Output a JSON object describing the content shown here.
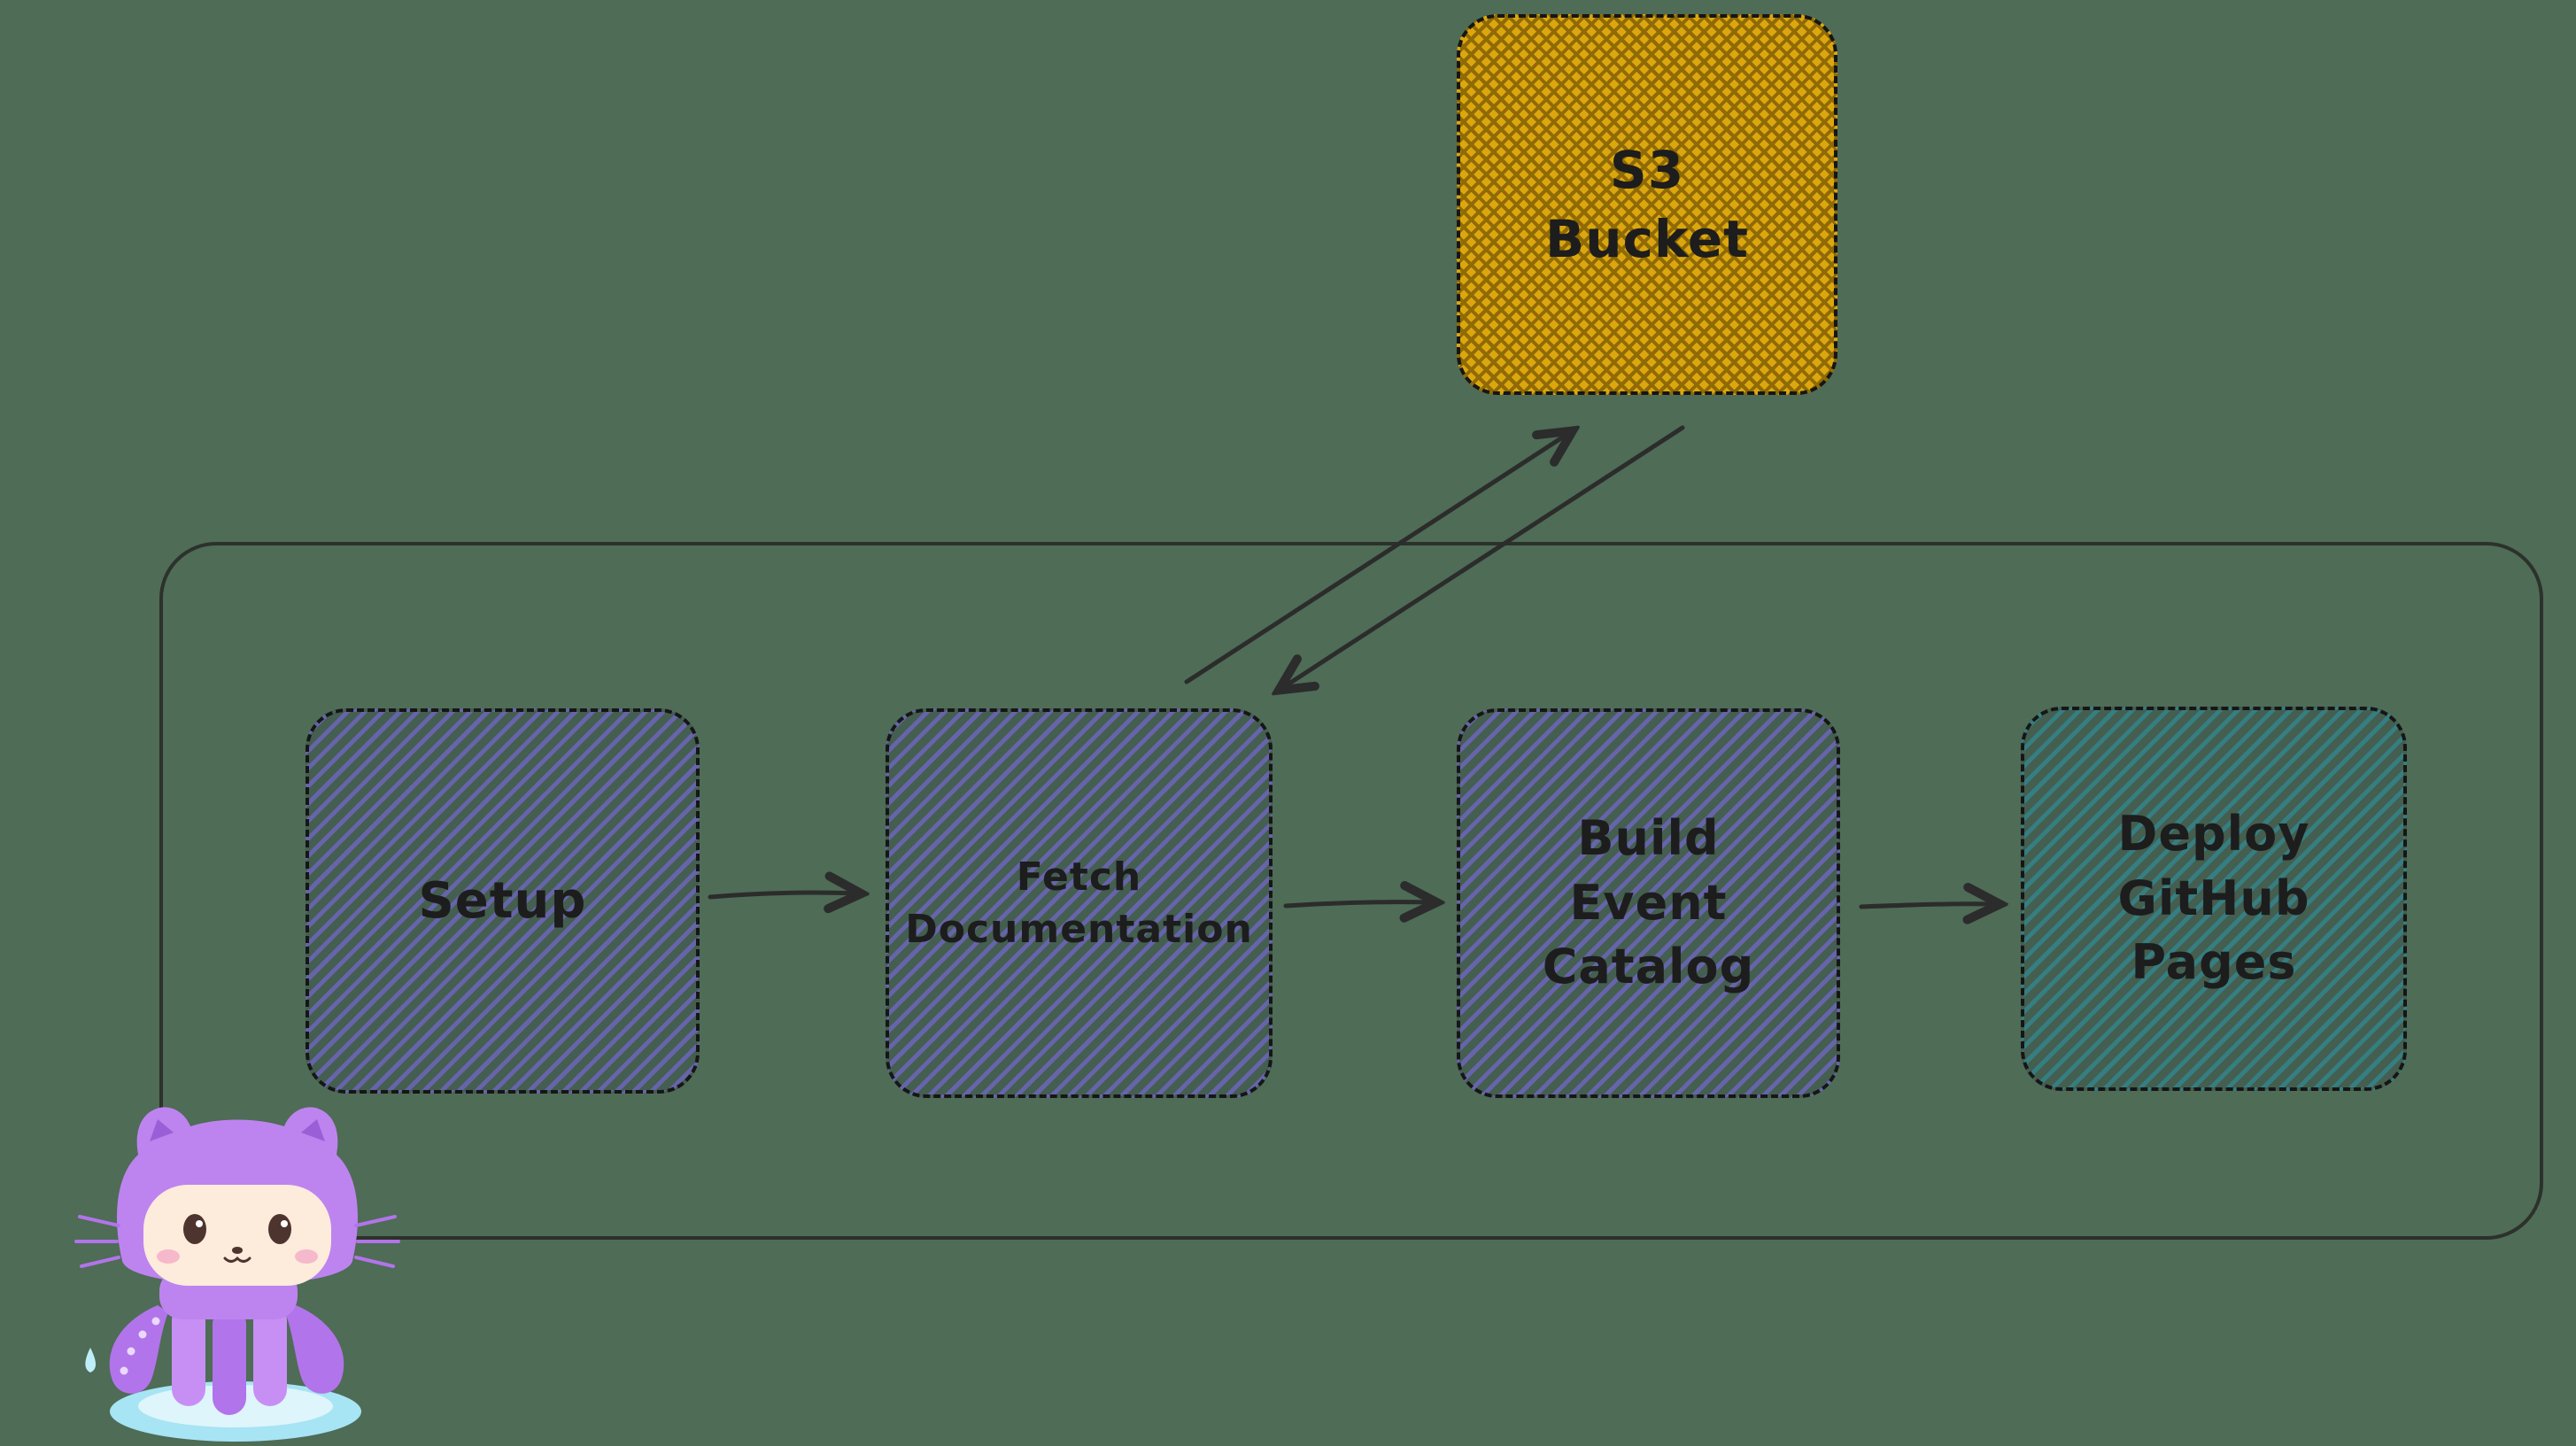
{
  "canvas": {
    "background_color": "#4e6c56"
  },
  "colors": {
    "background": "#4e6c56",
    "frame_stroke": "#2d312b",
    "node_border": "#161616",
    "label_text": "#1d1d1d",
    "arrow_stroke": "#2c2c2c",
    "s3_fill": "#dca70e",
    "s3_hatch": "#8f6a05",
    "purple_hatch": "#7668d8aa",
    "teal_hatch": "#2f8b94b8",
    "hatch_backdrop": "#232c3a38",
    "octocat_purple": "#bd84ef",
    "octocat_base_blue": "#a7e4f4"
  },
  "nodes": {
    "s3_bucket": {
      "label": "S3\nBucket"
    },
    "setup": {
      "label": "Setup"
    },
    "fetch_documentation": {
      "label": "Fetch\nDocumentation"
    },
    "build_event_catalog": {
      "label": "Build\nEvent\nCatalog"
    },
    "deploy_github_pages": {
      "label": "Deploy\nGitHub\nPages"
    }
  },
  "edges": [
    {
      "from": "setup",
      "to": "fetch_documentation",
      "type": "arrow"
    },
    {
      "from": "fetch_documentation",
      "to": "build_event_catalog",
      "type": "arrow"
    },
    {
      "from": "build_event_catalog",
      "to": "deploy_github_pages",
      "type": "arrow"
    },
    {
      "from": "fetch_documentation",
      "to": "s3_bucket",
      "type": "arrow"
    },
    {
      "from": "s3_bucket",
      "to": "fetch_documentation",
      "type": "arrow"
    }
  ],
  "icons": {
    "octocat": "github-octocat-mascot"
  }
}
